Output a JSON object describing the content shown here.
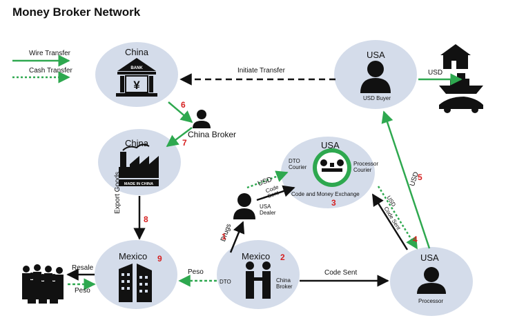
{
  "title": "Money Broker Network",
  "legend": {
    "wire": "Wire Transfer",
    "cash": "Cash Transfer"
  },
  "nodes": {
    "china_bank": {
      "title": "China",
      "sign": "BANK",
      "symbol": "¥"
    },
    "usa_buyer": {
      "title": "USA",
      "label": "USD Buyer"
    },
    "china_broker": {
      "label": "China Broker"
    },
    "china_factory": {
      "title": "China",
      "sign": "MADE IN CHINA"
    },
    "usa_exchange": {
      "title": "USA",
      "dto_label": "DTO\nCourier",
      "processor_label": "Processor\nCourier",
      "caption": "Code and Money Exchange"
    },
    "usa_dealer": {
      "label": "USA\nDealer"
    },
    "mexico_left": {
      "title": "Mexico"
    },
    "mexico_broker": {
      "title": "Mexico",
      "label": "China\nBroker",
      "dto": "DTO"
    },
    "usa_processor": {
      "title": "USA",
      "label": "Processor"
    }
  },
  "edges": {
    "initiate": "Initiate Transfer",
    "usd_assets": "USD",
    "export_goods": "Export Goods",
    "peso_in": "Peso",
    "resale": "Resale",
    "peso_out": "Peso",
    "drugs": "Drugs",
    "code_sent": "Code Sent",
    "usd_courier": "USD",
    "code_sent_dealer": "Code\nSent",
    "usd_proc": "USD",
    "code_sent_proc": "Code Sent",
    "usd_up": "USD"
  },
  "steps": [
    "1",
    "2",
    "3",
    "4",
    "5",
    "6",
    "7",
    "8",
    "9"
  ],
  "colors": {
    "wire": "#2ea84f",
    "node": "#d4dcea",
    "arrow": "#111111"
  }
}
